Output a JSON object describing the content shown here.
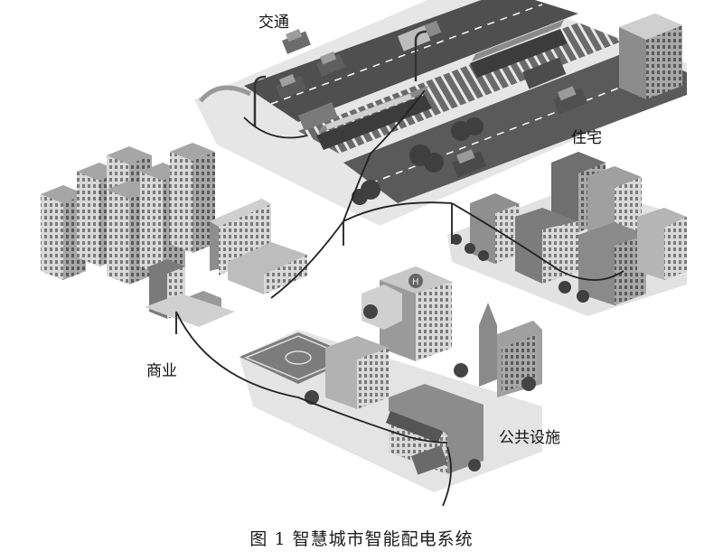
{
  "zones": {
    "transport": "交通",
    "residential": "住宅",
    "commercial": "商业",
    "public_facilities": "公共设施"
  },
  "caption": "图 1 智慧城市智能配电系统",
  "palette": {
    "ground": "#e2e2e2",
    "road": "#5a5a5a",
    "building_light": "#d4d4d4",
    "building_mid": "#9a9a9a",
    "building_dark": "#5c5c5c",
    "tree": "#4a4a4a",
    "power_line": "#2a2a2a"
  }
}
